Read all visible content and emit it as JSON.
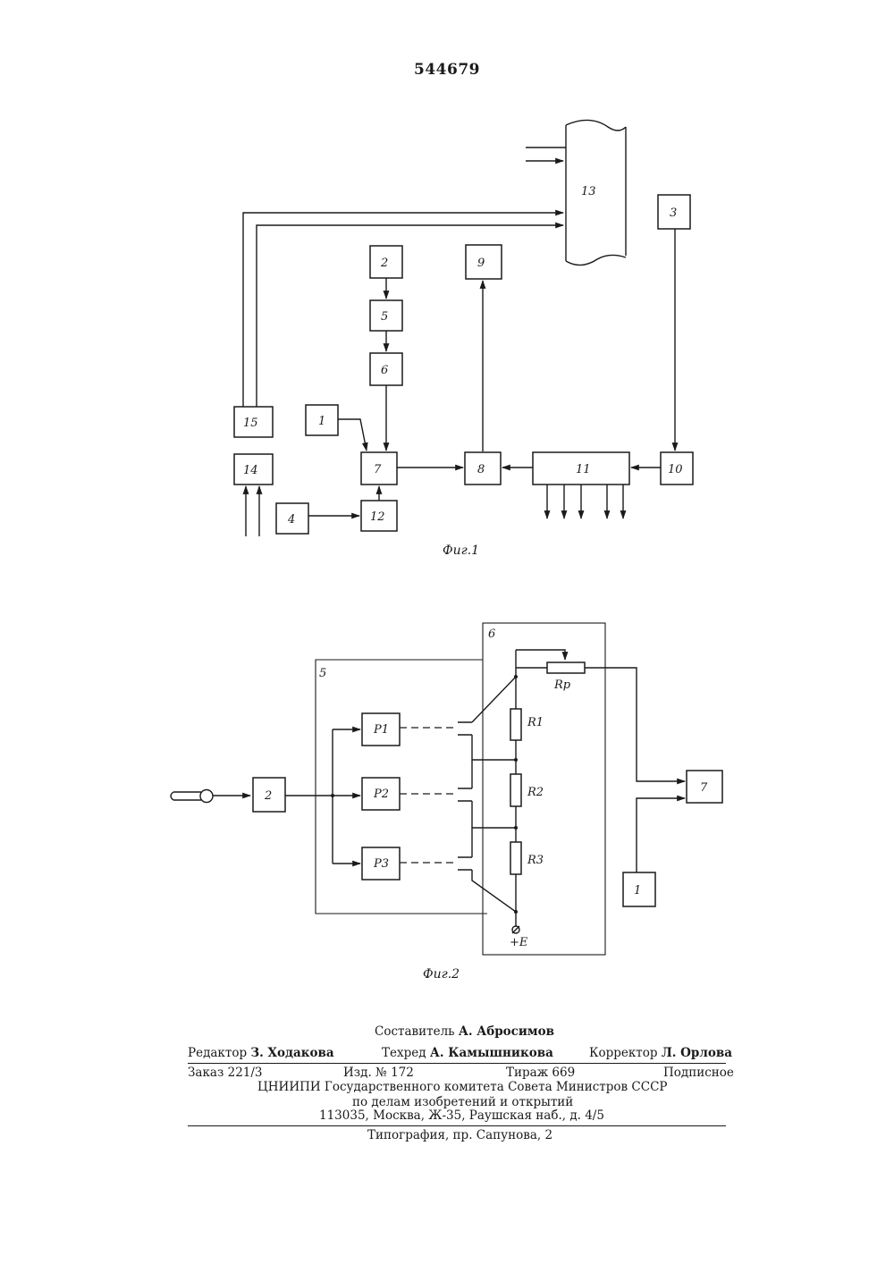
{
  "page_number": "544679",
  "figure1": {
    "caption": "Фиг.1",
    "blocks": {
      "b1": "1",
      "b2": "2",
      "b3": "3",
      "b4": "4",
      "b5": "5",
      "b6": "6",
      "b7": "7",
      "b8": "8",
      "b9": "9",
      "b10": "10",
      "b11": "11",
      "b12": "12",
      "b13": "13",
      "b14": "14",
      "b15": "15"
    }
  },
  "figure2": {
    "caption": "Фиг.2",
    "blocks": {
      "b5": "5",
      "b6": "6",
      "b2": "2",
      "b7": "7",
      "b1": "1",
      "p1": "P1",
      "p2": "P2",
      "p3": "P3",
      "r1": "R1",
      "r2": "R2",
      "r3": "R3",
      "rp": "Rр",
      "supply": "+E"
    }
  },
  "imprint": {
    "composer_label": "Составитель",
    "composer_name": "А. Абросимов",
    "editor_label": "Редактор",
    "editor_name": "З. Ходакова",
    "techred_label": "Техред",
    "techred_name": "А. Камышникова",
    "corrector_label": "Корректор",
    "corrector_name": "Л. Орлова",
    "order": "Заказ 221/3",
    "edition": "Изд. № 172",
    "circulation": "Тираж 669",
    "subscription": "Подписное",
    "org_line1": "ЦНИИПИ Государственного комитета Совета Министров СССР",
    "org_line2": "по делам изобретений и открытий",
    "org_line3": "113035, Москва, Ж-35, Раушская наб., д. 4/5",
    "printer": "Типография, пр. Сапунова, 2"
  }
}
